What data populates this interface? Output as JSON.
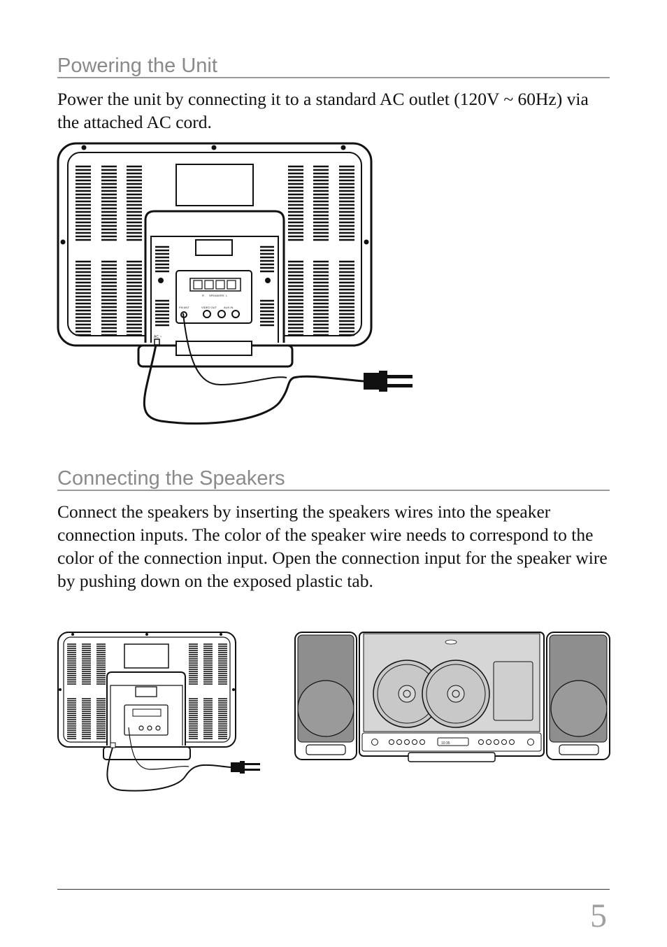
{
  "section1": {
    "heading": "Powering the Unit",
    "text": "Power the unit by connecting it to a standard AC outlet (120V ~ 60Hz) via the attached AC cord."
  },
  "section2": {
    "heading": "Connecting the Speakers",
    "text": "Connect the speakers by inserting the speakers wires into the speaker connection inputs.  The color of the speaker wire needs to correspond to the color of the connection input.  Open the connection input for the speaker wire by pushing down on the exposed plastic tab."
  },
  "diagram_labels": {
    "speakers": "SPEAKERS",
    "left": "L",
    "right": "R",
    "fm_ant": "FM ANT",
    "video_out": "VIDEO OUT",
    "aux_in": "AUX IN",
    "ac": "AC ~",
    "display": "10:35"
  },
  "page_number": "5"
}
